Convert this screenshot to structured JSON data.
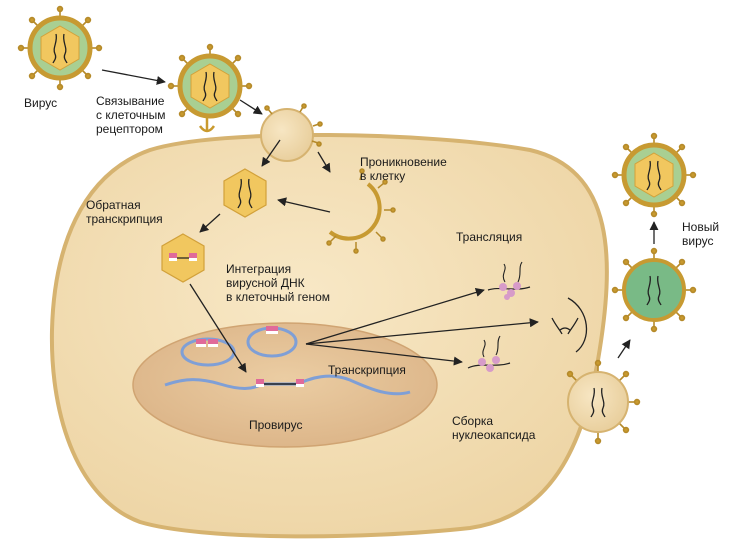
{
  "labels": {
    "virus": "Вирус",
    "binding": [
      "Связывание",
      "с клеточным",
      "рецептором"
    ],
    "penetration": [
      "Проникновение",
      "в клетку"
    ],
    "reverse_transcription": [
      "Обратная",
      "транскрипция"
    ],
    "integration": [
      "Интеграция",
      "вирусной ДНК",
      "в клеточный геном"
    ],
    "translation": "Трансляция",
    "transcription": "Транскрипция",
    "provirus": "Провирус",
    "assembly": [
      "Сборка",
      "нуклеокапсида"
    ],
    "new_virus": [
      "Новый",
      "вирус"
    ]
  },
  "colors": {
    "cell_fill": "#f3dfb4",
    "cell_border": "#d6b370",
    "nucleus_fill": "#e4c297",
    "virus_outer": "#c79a32",
    "virus_core": "#f1c75f",
    "virus_green": "#a9cf92",
    "new_virus_green": "#79ba86",
    "dna_blue": "#7f9fd6",
    "dna_marker": "#e06a9a",
    "ribosome": "#d79bc9"
  }
}
